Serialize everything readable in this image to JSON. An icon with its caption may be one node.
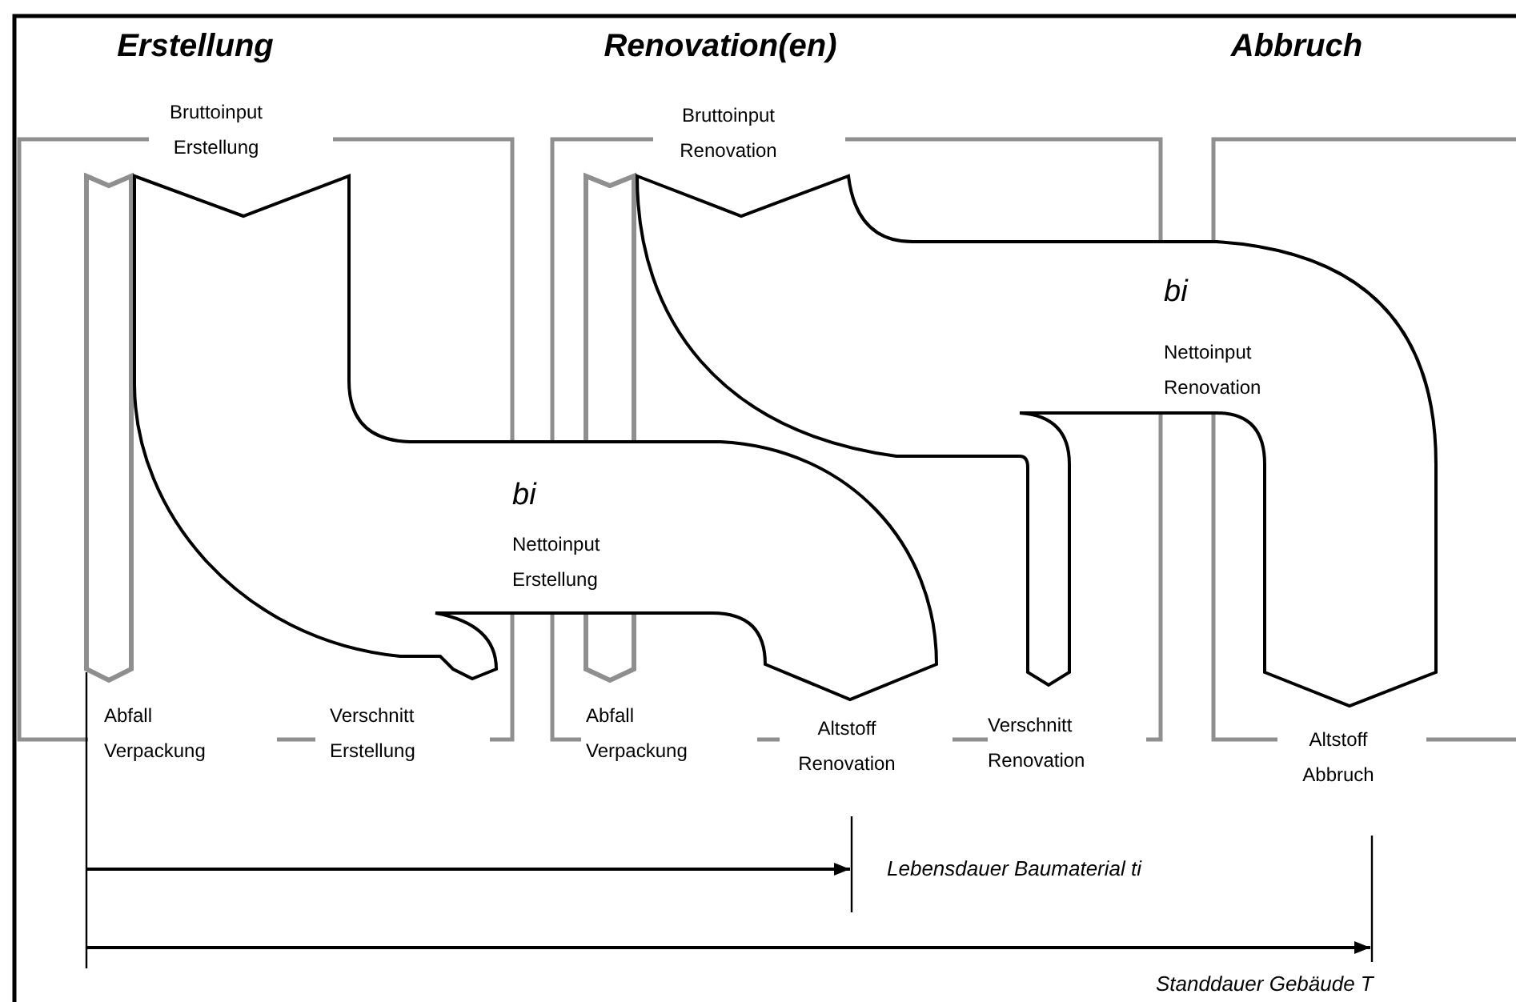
{
  "diagram": {
    "labels": [
      "Erstellung",
      "Renovation(en)",
      "Abbruch",
      "Bruttoinput Erstellung",
      "Bruttoinput Renovation",
      "bi",
      "Nettoinput Erstellung",
      "bi",
      "Nettoinput Renovation",
      "Abfall Verpackung",
      "Verschnitt Erstellung",
      "Abfall Verpackung",
      "Altstoff Renovation",
      "Verschnitt Renovation",
      "Altstoff Abbruch",
      "Lebensdauer Baumaterial ti",
      "Standdauer Gebäude T"
    ]
  }
}
